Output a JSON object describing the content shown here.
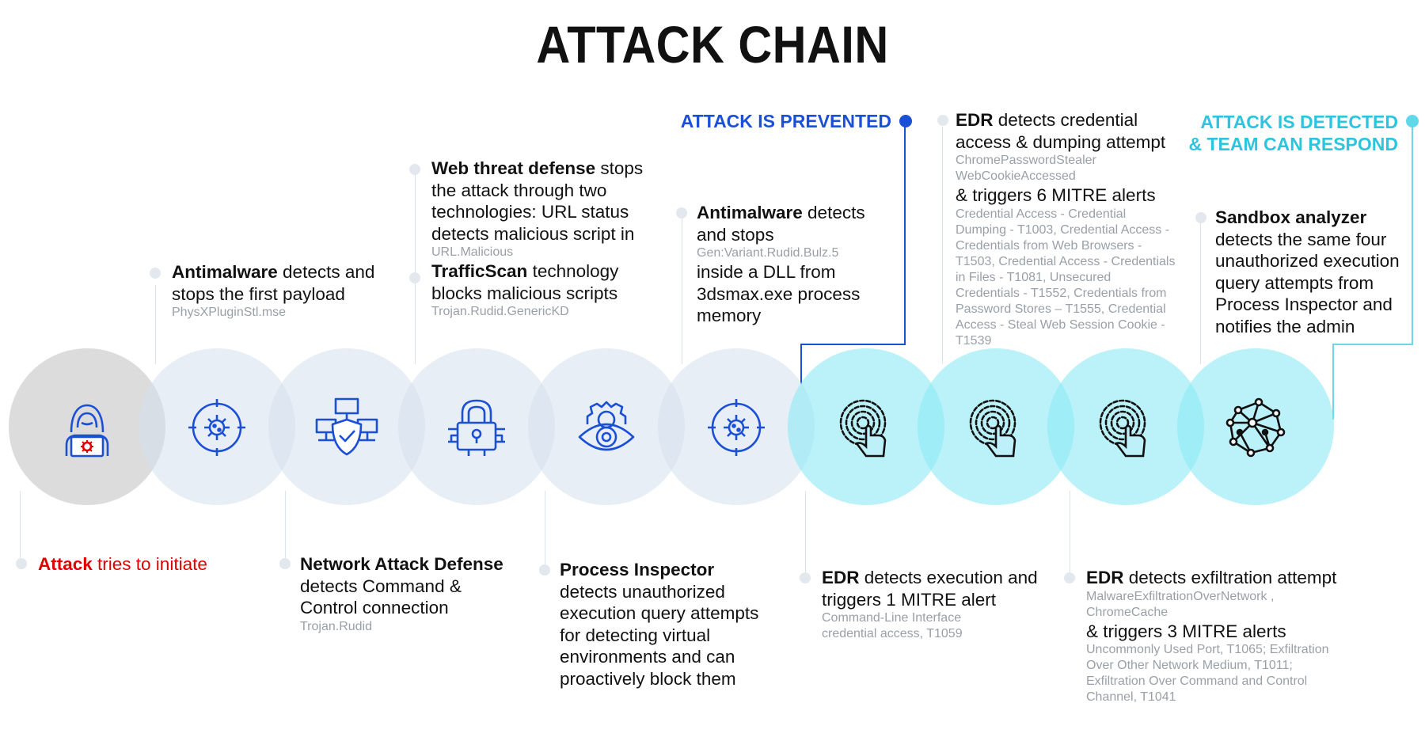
{
  "title": "ATTACK CHAIN",
  "colors": {
    "accent_red": "#e00000",
    "prevented_blue": "#1a4fd6",
    "detected_cyan": "#2ec4dd",
    "icon_blue": "#1a4fd6"
  },
  "status": {
    "prevented": "ATTACK IS PREVENTED",
    "detected_line1": "ATTACK IS DETECTED",
    "detected_line2": "& TEAM CAN RESPOND"
  },
  "steps": [
    {
      "icon": "hacker-laptop-icon",
      "bold": "Attack",
      "text": " tries to initiate",
      "details": []
    },
    {
      "icon": "virus-target-icon",
      "bold": "Antimalware",
      "text": " detects and stops the first payload",
      "details": [
        "PhysXPluginStl.mse"
      ]
    },
    {
      "icon": "network-shield-icon",
      "bold": "Network Attack Defense",
      "text": " detects Command & Control connection",
      "details": [
        "Trojan.Rudid"
      ]
    },
    {
      "icon": "circuit-lock-icon",
      "bold": "Web threat defense",
      "text": " stops the attack through two technologies: URL status detects malicious script in",
      "details": [
        "URL.Malicious"
      ],
      "bold2": "TrafficScan",
      "text2": " technology blocks malicious scripts",
      "details2": [
        "Trojan.Rudid.GenericKD"
      ]
    },
    {
      "icon": "gear-eye-icon",
      "bold": "Process Inspector",
      "text": " detects unauthorized execution query attempts for detecting virtual environments and can proactively block them",
      "details": []
    },
    {
      "icon": "virus-target-icon",
      "bold": "Antimalware",
      "text": " detects and stops",
      "details": [
        "Gen:Variant.Rudid.Bulz.5"
      ],
      "text2": "inside a DLL from 3dsmax.exe process memory"
    },
    {
      "icon": "fingerprint-touch-icon",
      "bold": "EDR",
      "text": " detects execution and triggers 1 MITRE alert",
      "details": [
        "Command-Line Interface",
        "credential access, T1059"
      ]
    },
    {
      "icon": "fingerprint-touch-icon",
      "bold": "EDR",
      "text": " detects credential access & dumping attempt",
      "details": [
        "ChromePasswordStealer",
        "WebCookieAccessed"
      ],
      "text2": "& triggers 6 MITRE alerts",
      "details2": [
        "Credential Access - Credential",
        "Dumping - T1003, Credential Access -",
        "Credentials from Web Browsers -",
        "T1503, Credential Access - Credentials",
        "in Files - T1081, Unsecured",
        "Credentials - T1552, Credentials from",
        "Password Stores – T1555, Credential",
        "Access - Steal Web Session Cookie -",
        "T1539"
      ]
    },
    {
      "icon": "fingerprint-touch-icon",
      "bold": "EDR",
      "text": " detects exfiltration attempt",
      "details": [
        "MalwareExfiltrationOverNetwork ,",
        "ChromeCache"
      ],
      "text2": "& triggers 3 MITRE alerts",
      "details2": [
        "Uncommonly Used Port, T1065; Exfiltration",
        "Over Other Network Medium, T1011;",
        "Exfiltration Over Command and Control",
        "Channel, T1041"
      ]
    },
    {
      "icon": "neural-network-icon",
      "bold": "Sandbox analyzer",
      "text": " detects the same four unauthorized execution query attempts from Process Inspector and notifies the admin",
      "details": []
    }
  ]
}
